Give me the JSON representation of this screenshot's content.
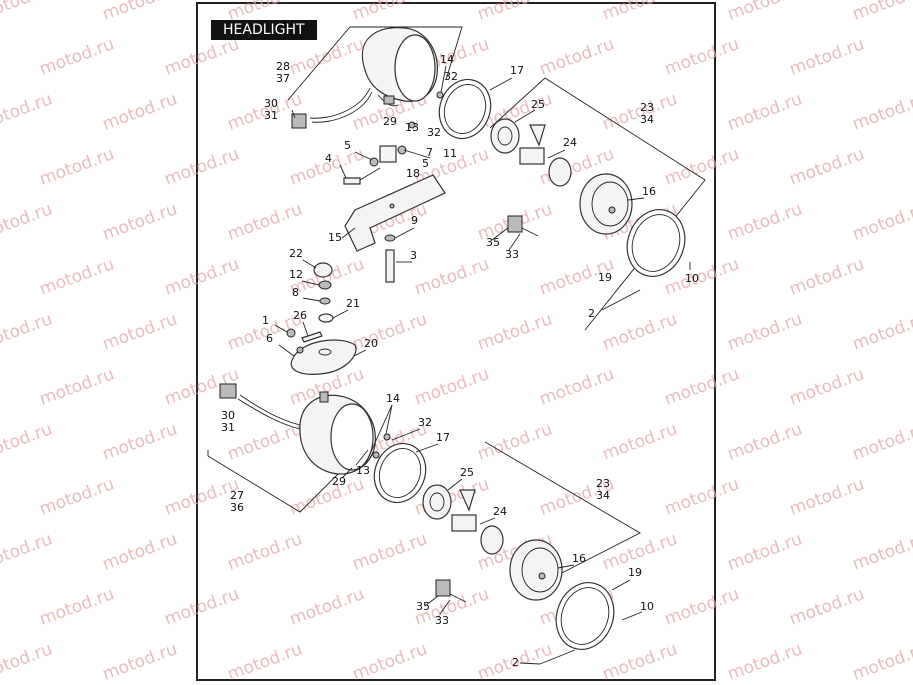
{
  "title": "HEADLIGHT",
  "watermark": "motod.ru",
  "colors": {
    "frame": "#222222",
    "title_bg": "#111111",
    "title_fg": "#ffffff",
    "watermark": "#e2a8a8"
  },
  "labels": {
    "l28": "28",
    "l37": "37",
    "l14a": "14",
    "l32a": "32",
    "l17a": "17",
    "l30a": "30",
    "l31a": "31",
    "l29a": "29",
    "l13a": "13",
    "l32b": "32",
    "l25a": "25",
    "l23a": "23",
    "l34a": "34",
    "l5a": "5",
    "l7": "7",
    "l11": "11",
    "l5b": "5",
    "l4": "4",
    "l18": "18",
    "l24a": "24",
    "l16a": "16",
    "l15": "15",
    "l9": "9",
    "l35a": "35",
    "l33a": "33",
    "l3": "3",
    "l22": "22",
    "l12": "12",
    "l19a": "19",
    "l10a": "10",
    "l8": "8",
    "l21": "21",
    "l2a": "2",
    "l1": "1",
    "l26": "26",
    "l6": "6",
    "l20": "20",
    "l14b": "14",
    "l30b": "30",
    "l31b": "31",
    "l32c": "32",
    "l17b": "17",
    "l13b": "13",
    "l29b": "29",
    "l25b": "25",
    "l23b": "23",
    "l34b": "34",
    "l27": "27",
    "l36": "36",
    "l24b": "24",
    "l16b": "16",
    "l19b": "19",
    "l35b": "35",
    "l10b": "10",
    "l33b": "33",
    "l2b": "2"
  }
}
